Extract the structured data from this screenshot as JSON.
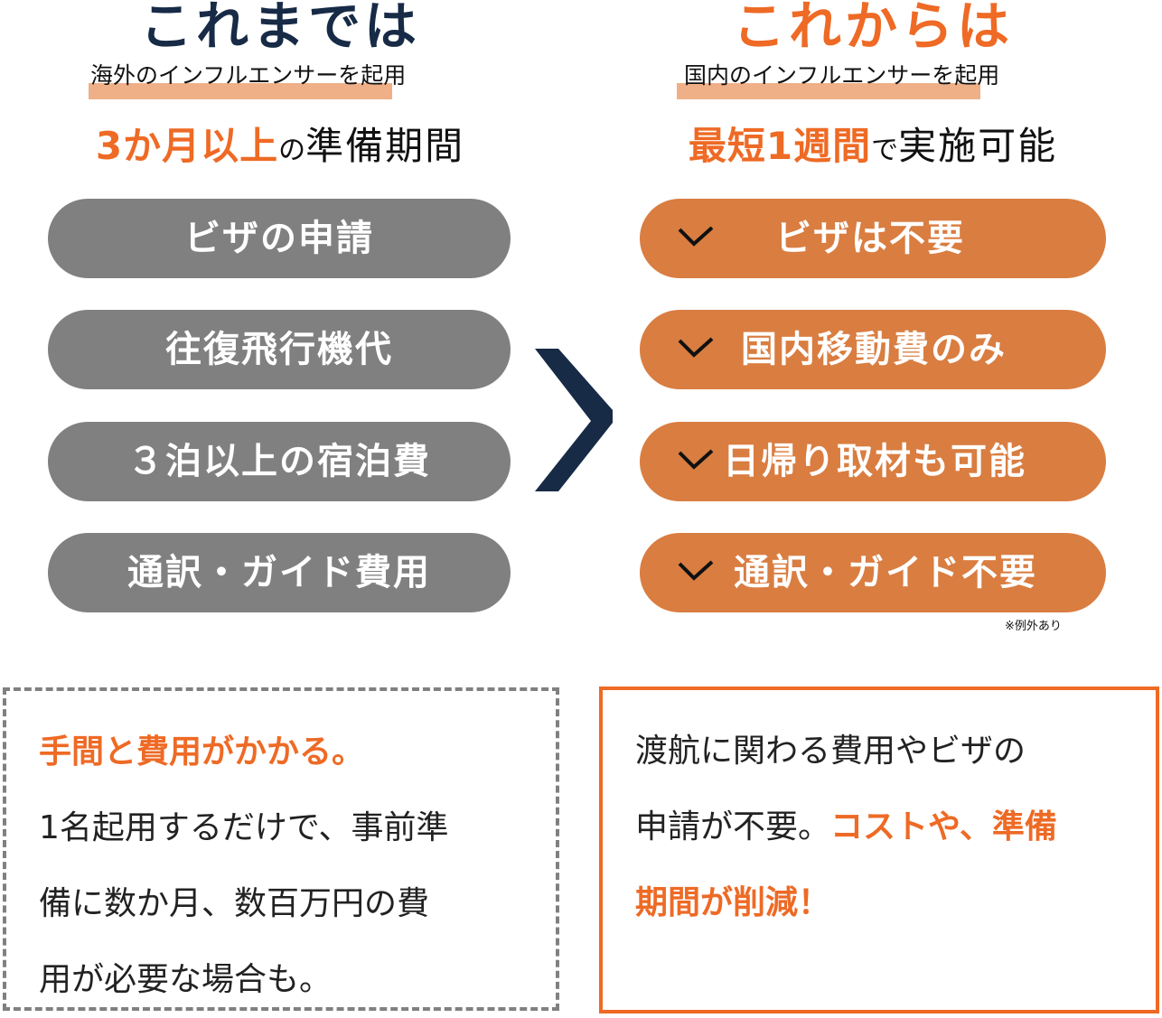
{
  "left": {
    "title": "これまでは",
    "subtitle": "海外のインフルエンサーを起用",
    "lead_highlight": "3か月以上",
    "lead_particle": "の",
    "lead_rest": "準備期間",
    "items": [
      {
        "label": "ビザの申請"
      },
      {
        "label": "往復飛行機代"
      },
      {
        "label": "３泊以上の宿泊費"
      },
      {
        "label": "通訳・ガイド費用"
      }
    ],
    "box": {
      "heading": "手間と費用がかかる。",
      "lines": [
        "1名起用するだけで、事前準",
        "備に数か月、数百万円の費",
        "用が必要な場合も。"
      ]
    }
  },
  "right": {
    "title": "これからは",
    "subtitle": "国内のインフルエンサーを起用",
    "lead_highlight": "最短1週間",
    "lead_particle": "で",
    "lead_rest": "実施可能",
    "items": [
      {
        "label": "ビザは不要",
        "icon": "check-icon"
      },
      {
        "label": "国内移動費のみ",
        "icon": "check-icon"
      },
      {
        "label": "日帰り取材も可能",
        "icon": "check-icon"
      },
      {
        "label": "通訳・ガイド不要",
        "icon": "check-icon"
      }
    ],
    "note": "※例外あり",
    "box": {
      "line1": "渡航に関わる費用やビザの",
      "line2_plain": "申請が不要。",
      "line2_orange": "コストや、準備",
      "line3_orange": "期間が削減！"
    }
  },
  "arrow_icon": "chevron-right-icon",
  "colors": {
    "navy": "#172a46",
    "orange": "#ee6a25",
    "pill_orange": "#d97d41",
    "pill_gray": "#808080",
    "highlight": "#efb087"
  }
}
